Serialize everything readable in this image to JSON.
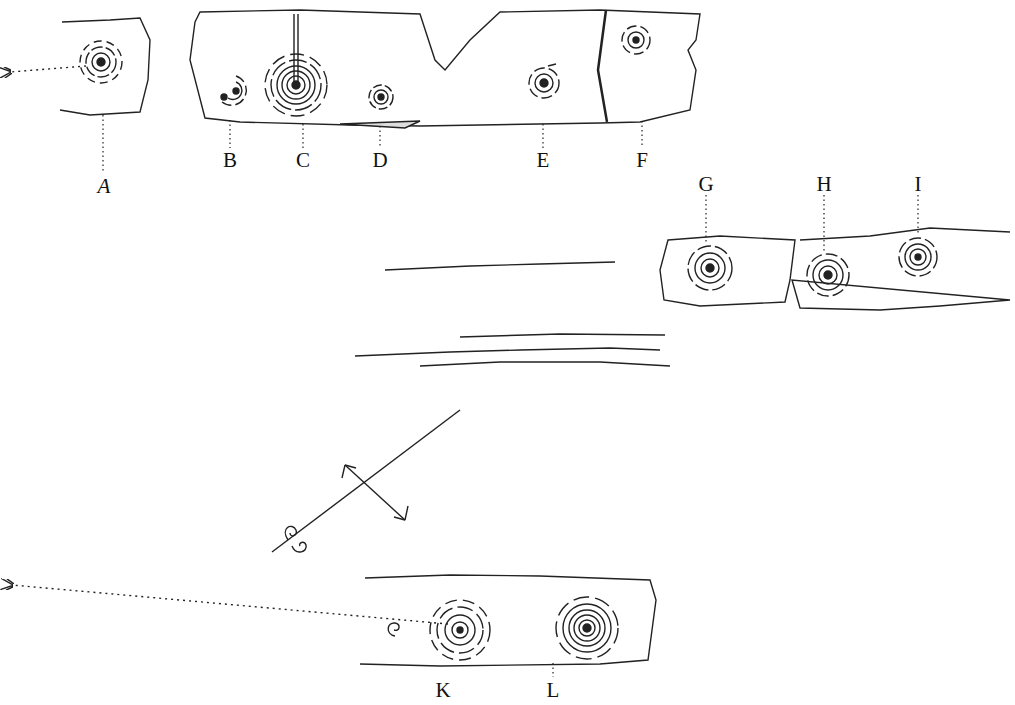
{
  "diagram": {
    "labels": [
      "A",
      "B",
      "C",
      "D",
      "E",
      "F",
      "G",
      "H",
      "I",
      "K",
      "L"
    ]
  }
}
